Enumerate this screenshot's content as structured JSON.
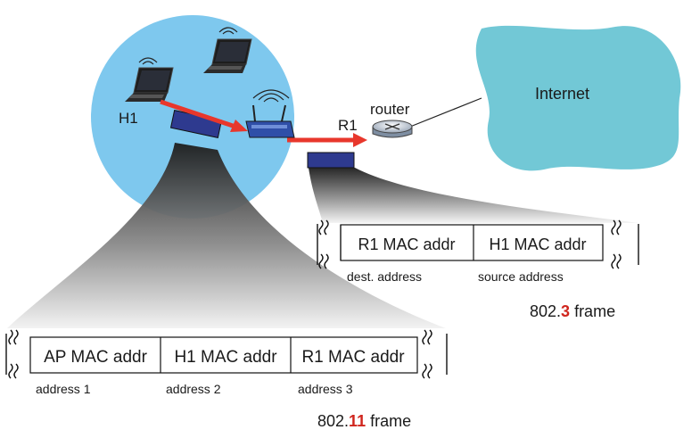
{
  "labels": {
    "h1": "H1",
    "r1": "R1",
    "router": "router",
    "internet": "Internet"
  },
  "frame_80211": {
    "fields": [
      "AP MAC addr",
      "H1 MAC addr",
      "R1 MAC addr"
    ],
    "sublabels": [
      "address 1",
      "address 2",
      "address 3"
    ],
    "caption_prefix": "802.",
    "caption_number": "11",
    "caption_suffix": " frame"
  },
  "frame_8023": {
    "fields": [
      "R1 MAC addr",
      "H1 MAC addr"
    ],
    "sublabels": [
      "dest. address",
      "source address"
    ],
    "caption_prefix": "802.",
    "caption_number": "3",
    "caption_suffix": " frame"
  },
  "colors": {
    "wireless_cell": "#7ec8ee",
    "internet_cloud": "#72c8d6",
    "arrow": "#e8372c",
    "frame_block": "#2e3a8f",
    "highlight_number": "#d0261e"
  },
  "icons": [
    "laptop-icon",
    "wireless-access-point-icon",
    "router-icon",
    "cloud-icon"
  ]
}
